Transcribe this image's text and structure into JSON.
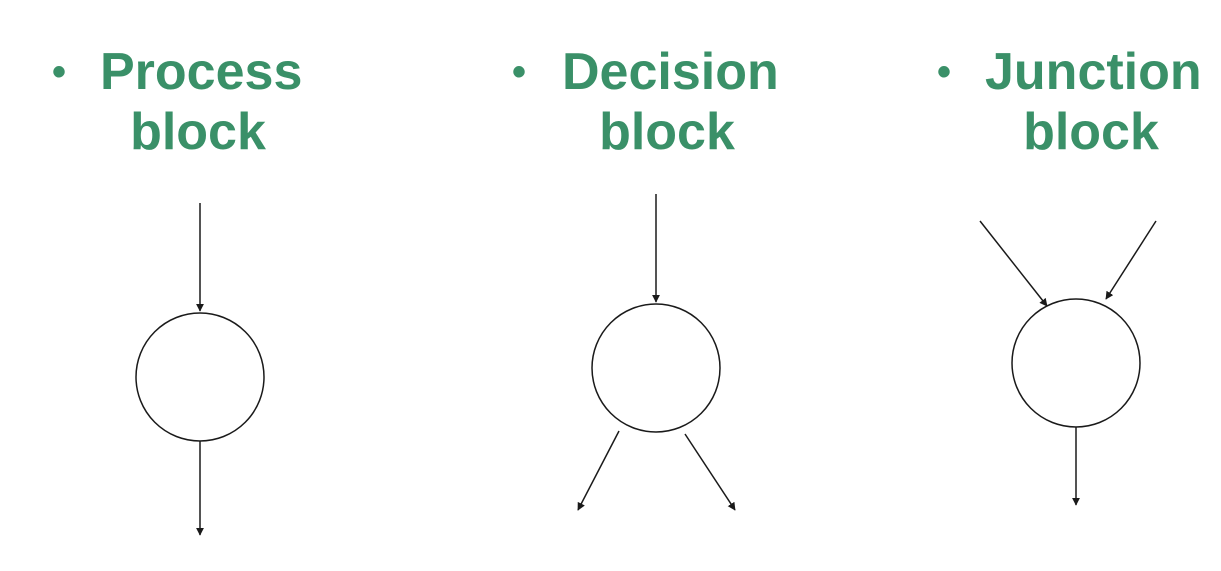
{
  "colors": {
    "heading": "#3a9068",
    "stroke": "#1a1a1a",
    "background": "#ffffff"
  },
  "blocks": [
    {
      "bullet": "•",
      "line1": "Process",
      "line2": "block"
    },
    {
      "bullet": "•",
      "line1": "Decision",
      "line2": "block"
    },
    {
      "bullet": "•",
      "line1": "Junction",
      "line2": "block"
    }
  ]
}
